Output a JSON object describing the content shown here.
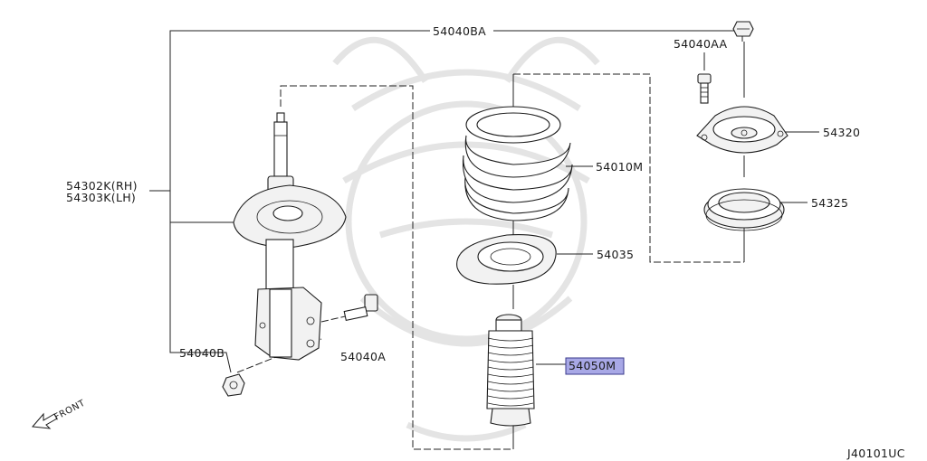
{
  "labels": {
    "p54040BA": "54040BA",
    "p54040AA": "54040AA",
    "p54320": "54320",
    "p54010M": "54010M",
    "p54325": "54325",
    "p54035": "54035",
    "p54302K": "54302K(RH)",
    "p54303K": "54303K(LH)",
    "p54040B": "54040B",
    "p54040A": "54040A",
    "p54050M": "54050M",
    "front": "FRONT",
    "diagram_code": "J40101UC"
  },
  "colors": {
    "highlight_fill": "#a8a8e6",
    "highlight_border": "#3a3a8c",
    "line": "#222222"
  },
  "icons": {
    "front_arrow": "front-arrow-icon"
  }
}
